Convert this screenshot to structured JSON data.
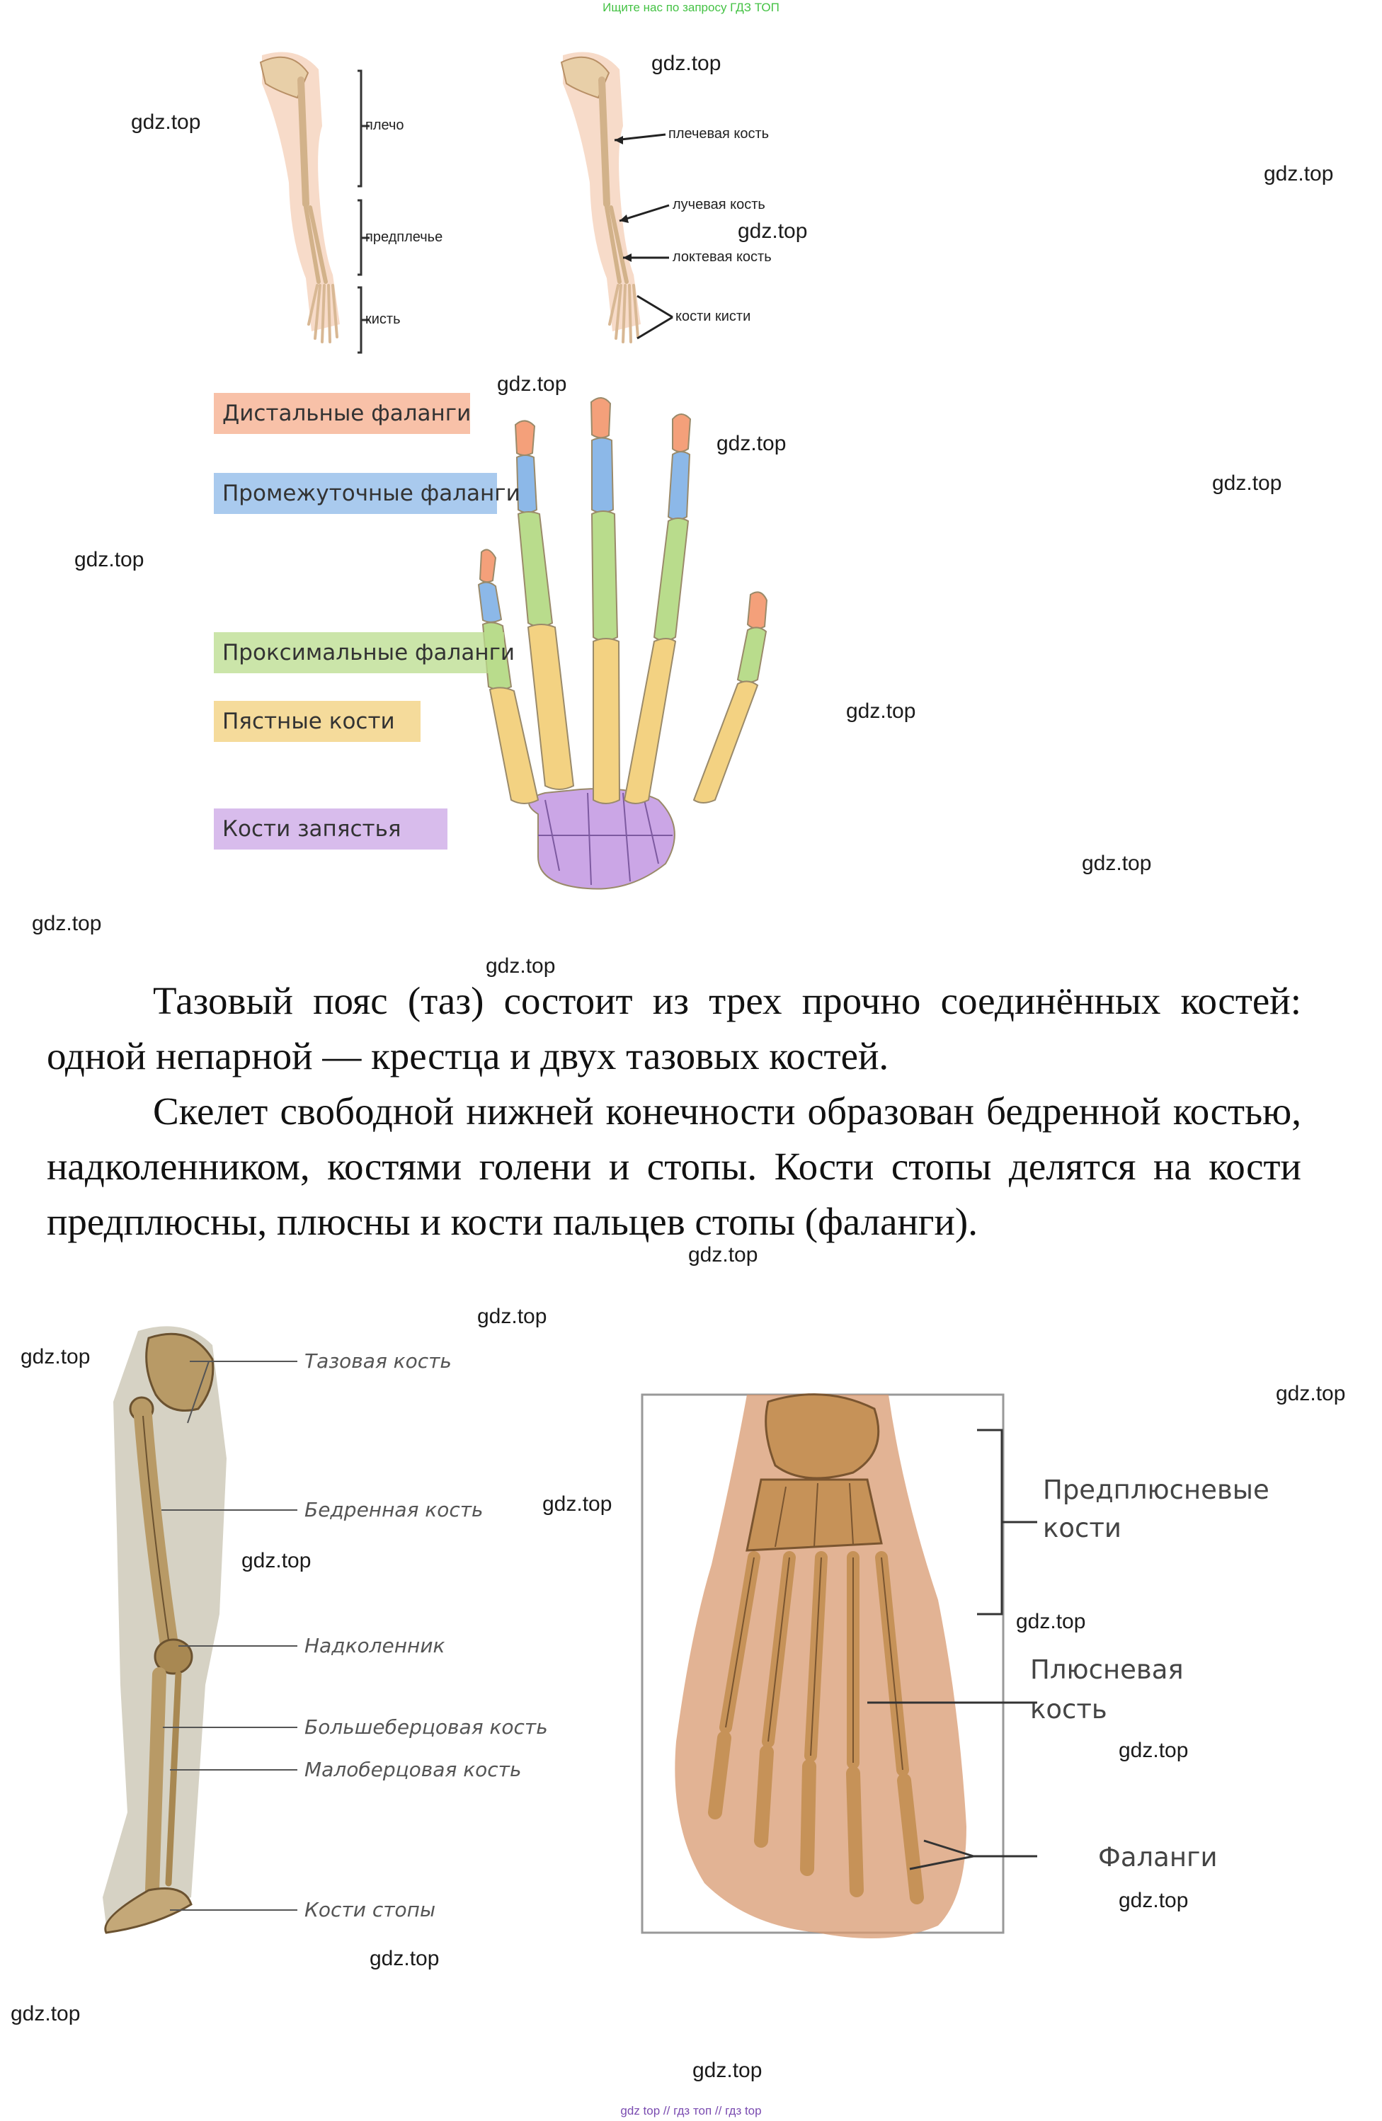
{
  "header": {
    "banner_text": "Ищите нас по запросу ГДЗ ТОП"
  },
  "watermark_text": "gdz.top",
  "arm_figure": {
    "left_labels": {
      "shoulder": "плечо",
      "forearm": "предплечье",
      "hand": "кисть"
    },
    "right_labels": {
      "humerus": "плечевая кость",
      "radius": "лучевая кость",
      "ulna": "локтевая кость",
      "hand_bones": "кости кисти"
    }
  },
  "hand_figure": {
    "labels": {
      "distal": "Дистальные фаланги",
      "intermediate": "Промежуточные фаланги",
      "proximal": "Проксимальные фаланги",
      "metacarpal": "Пястные кости",
      "carpal": "Кости запястья"
    },
    "colors": {
      "distal": "#f4a07a",
      "intermediate": "#8cb8e8",
      "proximal": "#b9dc8c",
      "metacarpal": "#f3d282",
      "carpal": "#cba6e6"
    }
  },
  "text": {
    "paragraph1": "Тазовый пояс (таз) состоит из трех прочно соединённых костей: одной непарной — крестца и двух тазовых костей.",
    "paragraph2": "Скелет свободной нижней конечности образован бедренной костью, надколенником, костями голени и стопы. Кости стопы делятся на кости предплюсны, плюсны и кости пальцев стопы (фаланги)."
  },
  "leg_figure": {
    "labels": {
      "pelvis": "Тазовая кость",
      "femur": "Бедренная кость",
      "patella": "Надколенник",
      "tibia": "Большеберцовая кость",
      "fibula": "Малоберцовая кость",
      "foot": "Кости стопы"
    }
  },
  "foot_figure": {
    "labels": {
      "tarsal_line1": "Предплюсневые",
      "tarsal_line2": "кости",
      "metatarsal_line1": "Плюсневая",
      "metatarsal_line2": "кость",
      "phalanges": "Фаланги"
    }
  },
  "footer": {
    "text": "gdz top  //  гдз топ  //  гдз top"
  }
}
